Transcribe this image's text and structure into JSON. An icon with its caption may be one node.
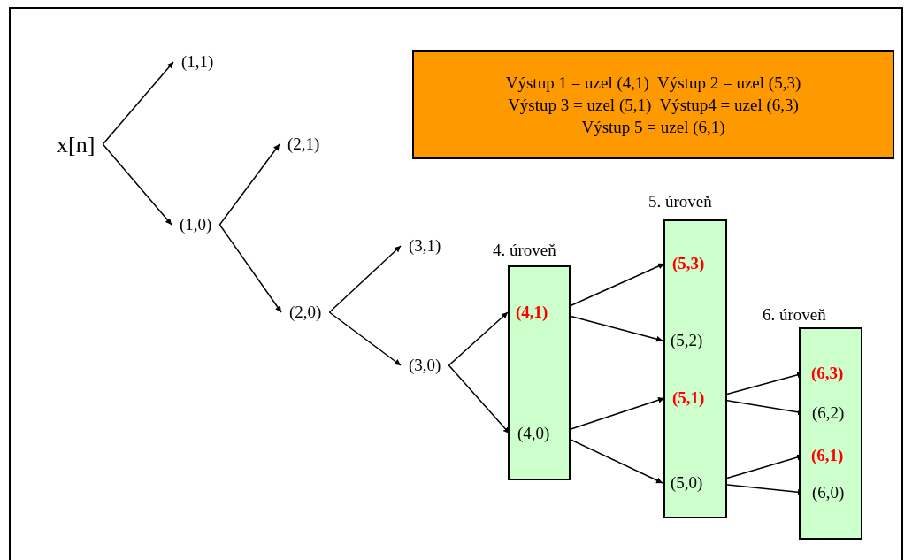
{
  "diagram": {
    "nodes": [
      {
        "text": [
          "x[n]"
        ]
      },
      {
        "text": [
          "(1,1)"
        ]
      },
      {
        "text": [
          "(1,0)"
        ]
      },
      {
        "text": [
          "(2,1)"
        ]
      },
      {
        "text": [
          "(2,0)"
        ]
      },
      {
        "text": [
          "(3,1)"
        ]
      },
      {
        "text": [
          "(3,0)"
        ]
      },
      {
        "text": [
          "4. úroveň"
        ]
      },
      {
        "text": [
          "(4,1)"
        ],
        "in": 7
      },
      {
        "text": [
          "(4,0)"
        ],
        "in": 7
      },
      {
        "text": [
          "5. úroveň"
        ]
      },
      {
        "text": [
          "(5,3)"
        ],
        "in": 10
      },
      {
        "text": [
          "(5,2)"
        ],
        "in": 10
      },
      {
        "text": [
          "(5,1)"
        ],
        "in": 10
      },
      {
        "text": [
          "(5,0)"
        ],
        "in": 10
      },
      {
        "text": [
          "6. úroveň"
        ]
      },
      {
        "text": [
          "(6,3)"
        ],
        "in": 15
      },
      {
        "text": [
          "(6,2)"
        ],
        "in": 15
      },
      {
        "text": [
          "(6,1)"
        ],
        "in": 15
      },
      {
        "text": [
          "(6,0)"
        ],
        "in": 15
      },
      {
        "text": [
          "Výstup 1 = uzel (4,1)  Výstup 2 = uzel (5,3)",
          "Výstup 3 = uzel (5,1)  Výstup4 = uzel (6,3)",
          "Výstup 5 = uzel (6,1)"
        ]
      }
    ],
    "edges": [
      {
        "from": 0,
        "to": 1,
        "arrow": "to"
      },
      {
        "from": 0,
        "to": 2,
        "arrow": "to"
      },
      {
        "from": 2,
        "to": 3,
        "arrow": "to"
      },
      {
        "from": 2,
        "to": 4,
        "arrow": "to"
      },
      {
        "from": 4,
        "to": 5,
        "arrow": "to"
      },
      {
        "from": 4,
        "to": 6,
        "arrow": "to"
      },
      {
        "from": 6,
        "to": 8,
        "arrow": "to"
      },
      {
        "from": 6,
        "to": 9,
        "arrow": "to"
      },
      {
        "from": 8,
        "to": 11,
        "arrow": "to"
      },
      {
        "from": 8,
        "to": 12,
        "arrow": "to"
      },
      {
        "from": 9,
        "to": 13,
        "arrow": "to"
      },
      {
        "from": 9,
        "to": 14,
        "arrow": "to"
      },
      {
        "from": 13,
        "to": 16,
        "arrow": "to"
      },
      {
        "from": 13,
        "to": 17,
        "arrow": "to"
      },
      {
        "from": 14,
        "to": 18,
        "arrow": "to"
      },
      {
        "from": 14,
        "to": 19,
        "arrow": "to"
      }
    ]
  }
}
